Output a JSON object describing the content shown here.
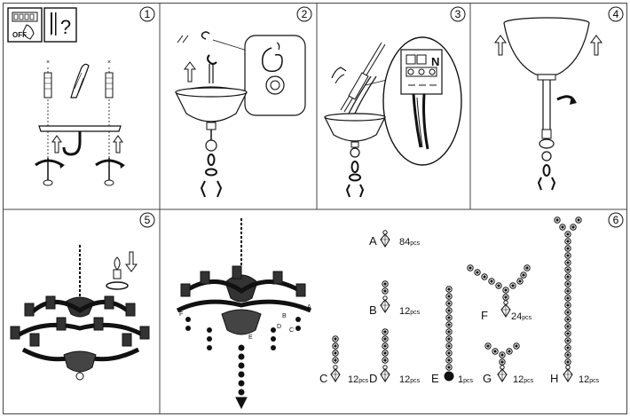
{
  "panels": [
    {
      "step": "1"
    },
    {
      "step": "2"
    },
    {
      "step": "3"
    },
    {
      "step": "4"
    },
    {
      "step": "5"
    },
    {
      "step": "6"
    }
  ],
  "panel1": {
    "switch_label": "OFF",
    "question_mark": "?",
    "cross": "×"
  },
  "panel3": {
    "terminal_label": "N"
  },
  "parts": [
    {
      "letter": "A",
      "qty": "84",
      "unit": "pcs"
    },
    {
      "letter": "B",
      "qty": "12",
      "unit": "pcs"
    },
    {
      "letter": "C",
      "qty": "12",
      "unit": "pcs"
    },
    {
      "letter": "D",
      "qty": "12",
      "unit": "pcs"
    },
    {
      "letter": "E",
      "qty": "1",
      "unit": "pcs"
    },
    {
      "letter": "F",
      "qty": "24",
      "unit": "pcs"
    },
    {
      "letter": "G",
      "qty": "12",
      "unit": "pcs"
    },
    {
      "letter": "H",
      "qty": "12",
      "unit": "pcs"
    }
  ],
  "chandelier_labels": {
    "a": "A",
    "b": "B",
    "c": "C",
    "d": "D",
    "e": "E",
    "f": "F"
  }
}
